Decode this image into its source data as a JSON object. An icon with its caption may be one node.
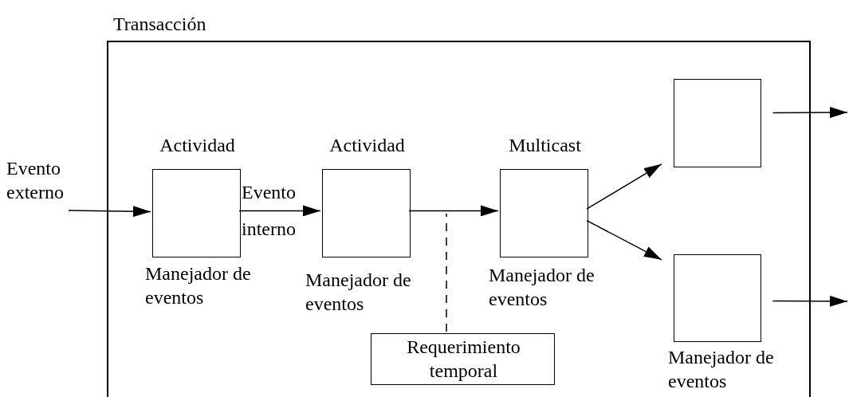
{
  "diagram": {
    "nodes": [
      {
        "text": [
          "Transacción"
        ]
      },
      {
        "text": [
          "Evento externo"
        ]
      },
      {
        "text": [
          "Actividad",
          "Manejador de eventos"
        ],
        "in": 0
      },
      {
        "text": [
          "Actividad",
          "Manejador de eventos"
        ],
        "in": 0
      },
      {
        "text": [
          "Multicast",
          "Manejador de eventos"
        ],
        "in": 0
      },
      {
        "text": [],
        "shape": "box",
        "in": 0
      },
      {
        "text": [
          "Manejador de eventos"
        ],
        "in": 0
      },
      {
        "text": [
          "Requerimiento temporal"
        ],
        "in": 0
      }
    ],
    "edges": [
      {
        "from": 1,
        "to": 2,
        "arrow": "to"
      },
      {
        "from": 2,
        "to": 3,
        "arrow": "to",
        "label": "Evento interno"
      },
      {
        "from": 3,
        "to": 4,
        "arrow": "to"
      },
      {
        "from": 4,
        "to": 5,
        "arrow": "to"
      },
      {
        "from": 4,
        "to": 6,
        "arrow": "to"
      },
      {
        "from": 5,
        "to": null,
        "arrow": "to"
      },
      {
        "from": 6,
        "to": null,
        "arrow": "to"
      },
      {
        "from": 7,
        "to": null,
        "arrow": "none",
        "style": "dashed"
      }
    ]
  }
}
